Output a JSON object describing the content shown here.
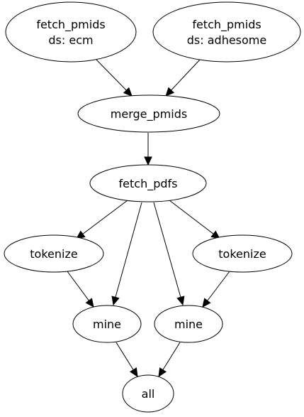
{
  "graph": {
    "nodes": [
      {
        "id": "fetch_pmids_ecm",
        "lines": [
          "fetch_pmids",
          "ds: ecm"
        ]
      },
      {
        "id": "fetch_pmids_adhesome",
        "lines": [
          "fetch_pmids",
          "ds: adhesome"
        ]
      },
      {
        "id": "merge_pmids",
        "lines": [
          "merge_pmids"
        ]
      },
      {
        "id": "fetch_pdfs",
        "lines": [
          "fetch_pdfs"
        ]
      },
      {
        "id": "tokenize_1",
        "lines": [
          "tokenize"
        ]
      },
      {
        "id": "tokenize_2",
        "lines": [
          "tokenize"
        ]
      },
      {
        "id": "mine_1",
        "lines": [
          "mine"
        ]
      },
      {
        "id": "mine_2",
        "lines": [
          "mine"
        ]
      },
      {
        "id": "all",
        "lines": [
          "all"
        ]
      }
    ],
    "edges": [
      {
        "from": "fetch_pmids_ecm",
        "to": "merge_pmids"
      },
      {
        "from": "fetch_pmids_adhesome",
        "to": "merge_pmids"
      },
      {
        "from": "merge_pmids",
        "to": "fetch_pdfs"
      },
      {
        "from": "fetch_pdfs",
        "to": "tokenize_1"
      },
      {
        "from": "fetch_pdfs",
        "to": "mine_1"
      },
      {
        "from": "fetch_pdfs",
        "to": "mine_2"
      },
      {
        "from": "fetch_pdfs",
        "to": "tokenize_2"
      },
      {
        "from": "tokenize_1",
        "to": "mine_1"
      },
      {
        "from": "tokenize_2",
        "to": "mine_2"
      },
      {
        "from": "mine_1",
        "to": "all"
      },
      {
        "from": "mine_2",
        "to": "all"
      }
    ]
  }
}
